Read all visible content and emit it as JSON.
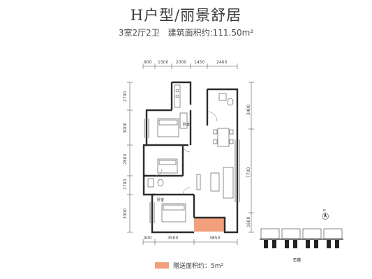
{
  "title": "H户型/丽景舒居",
  "subtitle": {
    "layout": "3室2厅2卫",
    "area": "建筑面积约:111.50m²"
  },
  "dimensions": {
    "top": [
      "900",
      "1500",
      "2000",
      "1450",
      "2400"
    ],
    "bottom": [
      "900",
      "3500",
      "3850"
    ],
    "left": [
      "2700",
      "3000",
      "2800",
      "1700",
      "3300"
    ],
    "right": [
      "3400",
      "7700",
      "1600"
    ]
  },
  "room_labels": {
    "bedroom_top": "卧室",
    "bedroom_bottom": "卧室"
  },
  "legend": {
    "label": "赠送面积约：5m²",
    "color": "#f2a07b"
  },
  "keymap": {
    "building": "E座",
    "north": "N"
  },
  "colors": {
    "wall": "#2b2b2b",
    "bonus": "#f2a07b",
    "floor": "#ffffff"
  }
}
